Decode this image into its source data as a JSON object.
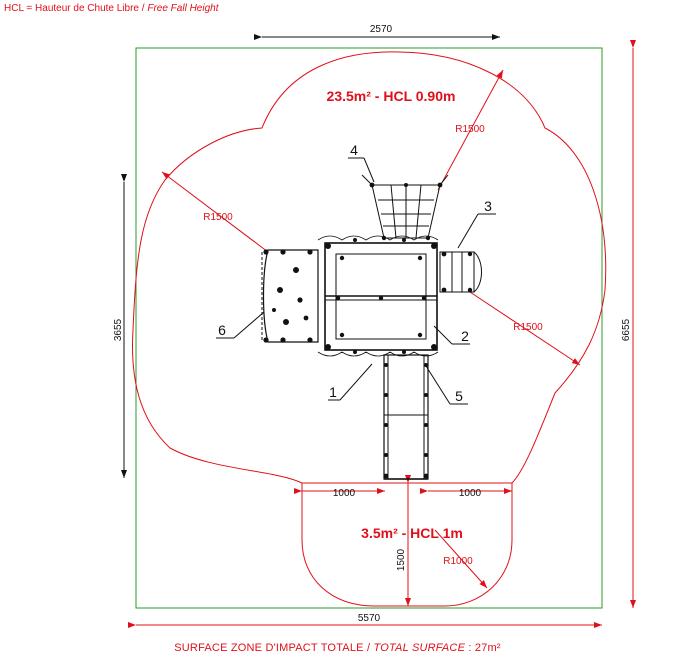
{
  "header": {
    "abbr": "HCL = Hauteur de Chute Libre",
    "english": "Free Fall Height"
  },
  "dimensions": {
    "top_width": "2570",
    "total_width": "5570",
    "left_height": "3655",
    "right_height": "6655",
    "bottom_left": "1000",
    "bottom_right": "1000",
    "bottom_height": "1500"
  },
  "radii": {
    "r_top": "R1500",
    "r_left": "R1500",
    "r_right": "R1500",
    "r_bottom": "R1000"
  },
  "zones": {
    "main": "23.5m² - HCL 0.90m",
    "small": "3.5m² - HCL 1m"
  },
  "callouts": [
    "1",
    "2",
    "3",
    "4",
    "5",
    "6"
  ],
  "footer": {
    "french": "SURFACE ZONE D'IMPACT TOTALE",
    "english": "TOTAL SURFACE",
    "value": ": 27m²"
  },
  "colors": {
    "dimension": "#e0101a",
    "boundary": "#2a9d2a",
    "drawing": "#111111"
  }
}
